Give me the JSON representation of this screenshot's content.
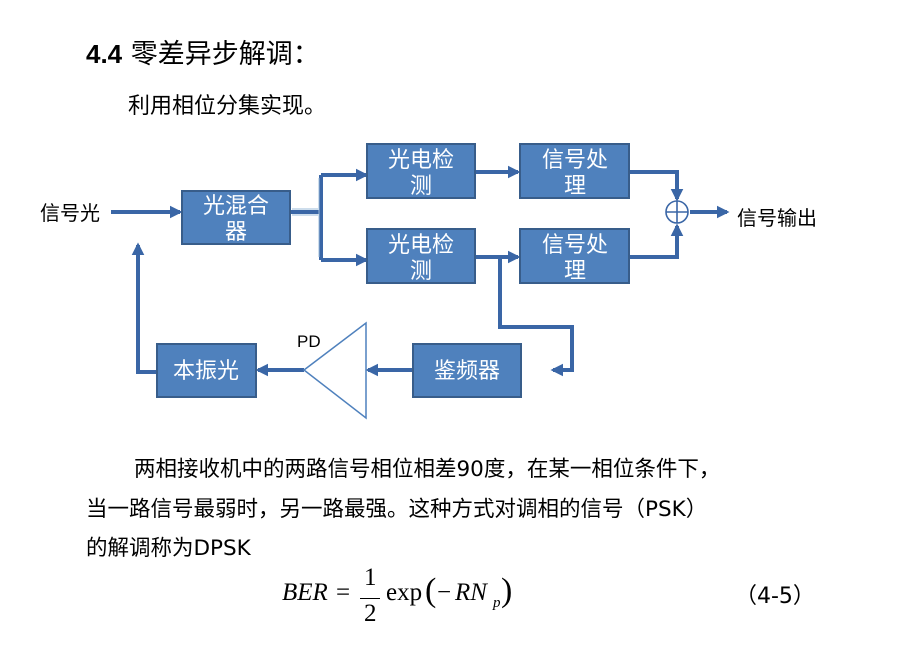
{
  "heading": {
    "number": "4.4",
    "text": "零差异步解调："
  },
  "intro": "利用相位分集实现。",
  "diagram": {
    "input_label": "信号光",
    "output_label": "信号输出",
    "pd_label": "PD",
    "blocks": {
      "mixer": [
        "光混合",
        "器"
      ],
      "detector_top": [
        "光电检",
        "测"
      ],
      "detector_bottom": [
        "光电检",
        "测"
      ],
      "processor_top": [
        "信号处",
        "理"
      ],
      "processor_bottom": [
        "信号处",
        "理"
      ],
      "discriminator": "鉴频器",
      "local_oscillator": "本振光"
    },
    "colors": {
      "block_fill": "#4f81bd",
      "block_stroke": "#385d8a",
      "arrow": "#3a66a6",
      "block_text": "#ffffff"
    }
  },
  "paragraph": {
    "line1": "两相接收机中的两路信号相位相差90度，在某一相位条件下，",
    "line2": "当一路信号最弱时，另一路最强。这种方式对调相的信号（PSK）",
    "line3": "的解调称为DPSK"
  },
  "formula": {
    "lhs": "BER",
    "equals": "=",
    "numerator": "1",
    "denominator": "2",
    "func": "exp",
    "open": "(",
    "minus": "−",
    "var": "RN",
    "sub": "p",
    "close": ")",
    "number": "（4-5）"
  }
}
